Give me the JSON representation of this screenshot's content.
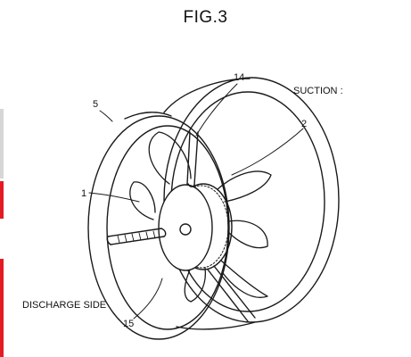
{
  "figure": {
    "title": "FIG.3",
    "labels": {
      "suction": "SUCTION",
      "suction_trail": ":",
      "discharge": "DISCHARGE SIDE"
    },
    "reference_numerals": {
      "n1": "1",
      "n2": "2",
      "n5": "5",
      "n14": "14",
      "n15": "15"
    }
  },
  "colors": {
    "line": "#1a1a1a",
    "edge_accent": "#e31b23",
    "edge_gray": "#d6d6d6",
    "background": "#ffffff"
  }
}
